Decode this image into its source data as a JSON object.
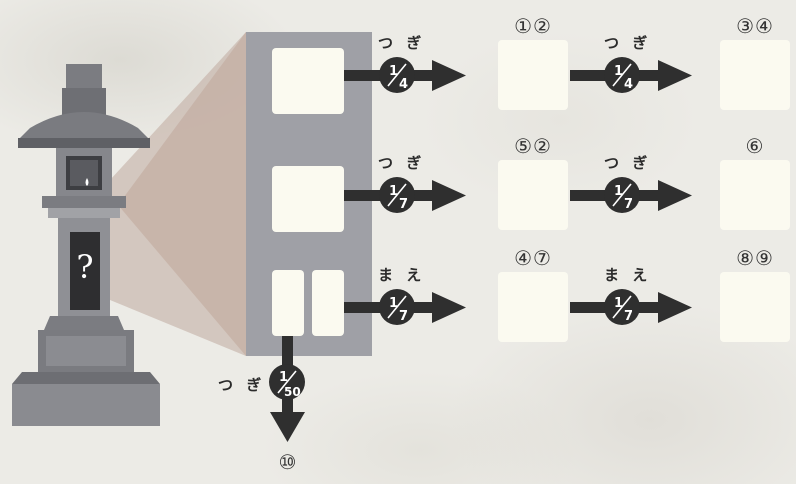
{
  "lantern": {
    "mark": "?"
  },
  "rows": [
    {
      "arrow1": {
        "kana": "つ ぎ",
        "numerator": "1",
        "denominator": "4"
      },
      "arrow2": {
        "kana": "つ ぎ",
        "numerator": "1",
        "denominator": "4"
      },
      "mid_label": "①②",
      "end_label": "③④"
    },
    {
      "arrow1": {
        "kana": "つ ぎ",
        "numerator": "1",
        "denominator": "7"
      },
      "arrow2": {
        "kana": "つ ぎ",
        "numerator": "1",
        "denominator": "7"
      },
      "mid_label": "⑤②",
      "end_label": "⑥"
    },
    {
      "arrow1": {
        "kana": "ま え",
        "numerator": "1",
        "denominator": "7"
      },
      "arrow2": {
        "kana": "ま え",
        "numerator": "1",
        "denominator": "7"
      },
      "mid_label": "④⑦",
      "end_label": "⑧⑨"
    }
  ],
  "down_arrow": {
    "kana": "つ ぎ",
    "numerator": "1",
    "denominator": "50",
    "end_label": "⑩"
  },
  "colors": {
    "panel": "#9fa0a6",
    "box": "#fbfaf0",
    "arrow": "#2f2f2f",
    "lantern_dark": "#6e6f74",
    "lantern_mid": "#8c8d92",
    "lantern_light": "#a9aaae",
    "beam": "#c2aca0"
  }
}
